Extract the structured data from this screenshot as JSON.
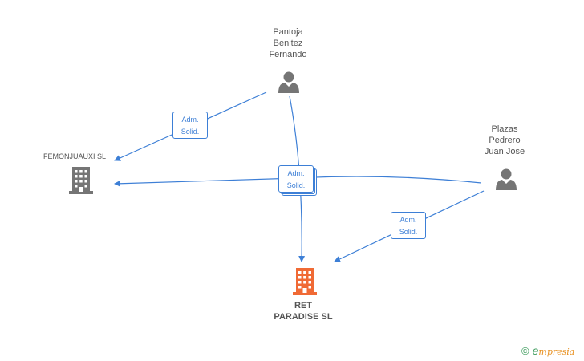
{
  "nodes": {
    "pantoja": {
      "lines": [
        "Pantoja",
        "Benitez",
        "Fernando"
      ]
    },
    "plazas": {
      "lines": [
        "Plazas",
        "Pedrero",
        "Juan Jose"
      ]
    },
    "femonjuauxi": {
      "label": "FEMONJUAUXI SL"
    },
    "ret": {
      "lines": [
        "RET",
        "PARADISE SL"
      ]
    }
  },
  "edges": {
    "badge1": {
      "line1": "Adm.",
      "line2": "Solid."
    },
    "badge2": {
      "line1": "Adm.",
      "line2": "Solid."
    },
    "badge3": {
      "line1": "Adm.",
      "line2": "Solid."
    }
  },
  "colors": {
    "edge": "#3d7fd6",
    "person_icon": "#757575",
    "company_icon": "#757575",
    "target_icon": "#f06a35"
  },
  "footer": {
    "copyright": "©",
    "brand_e": "e",
    "brand_rest": "mpresia"
  }
}
